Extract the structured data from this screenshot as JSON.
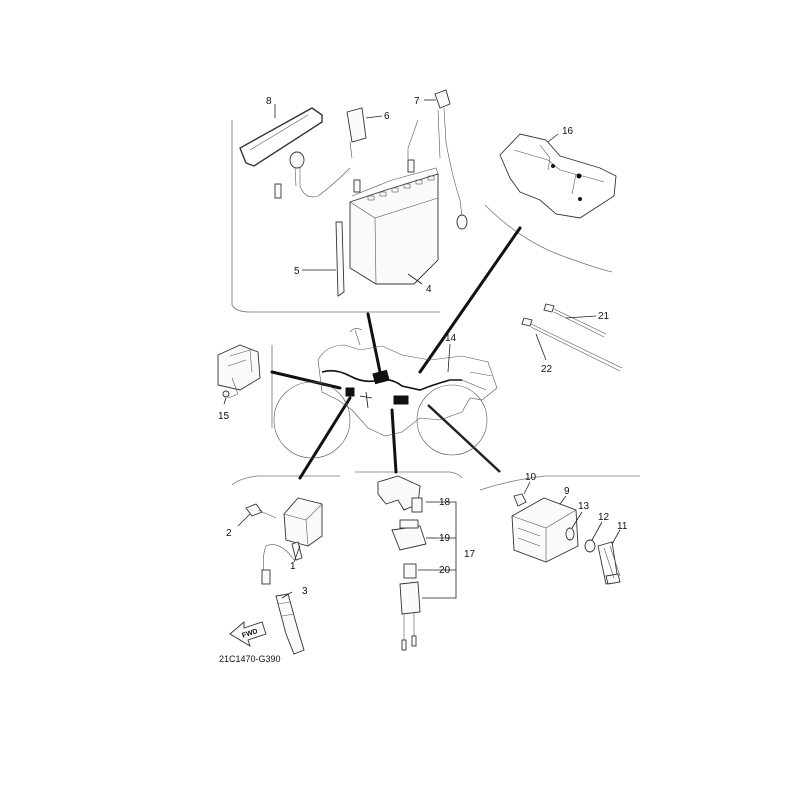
{
  "diagram": {
    "drawing_code": "21C1470-G390",
    "fwd_label": "FWD",
    "callouts": {
      "p1": "1",
      "p2": "2",
      "p3": "3",
      "p4": "4",
      "p5": "5",
      "p6": "6",
      "p7": "7",
      "p8": "8",
      "p9": "9",
      "p10": "10",
      "p11": "11",
      "p12": "12",
      "p13": "13",
      "p14": "14",
      "p15": "15",
      "p16": "16",
      "p17": "17",
      "p18": "18",
      "p19": "19",
      "p20": "20",
      "p21": "21",
      "p22": "22"
    }
  }
}
